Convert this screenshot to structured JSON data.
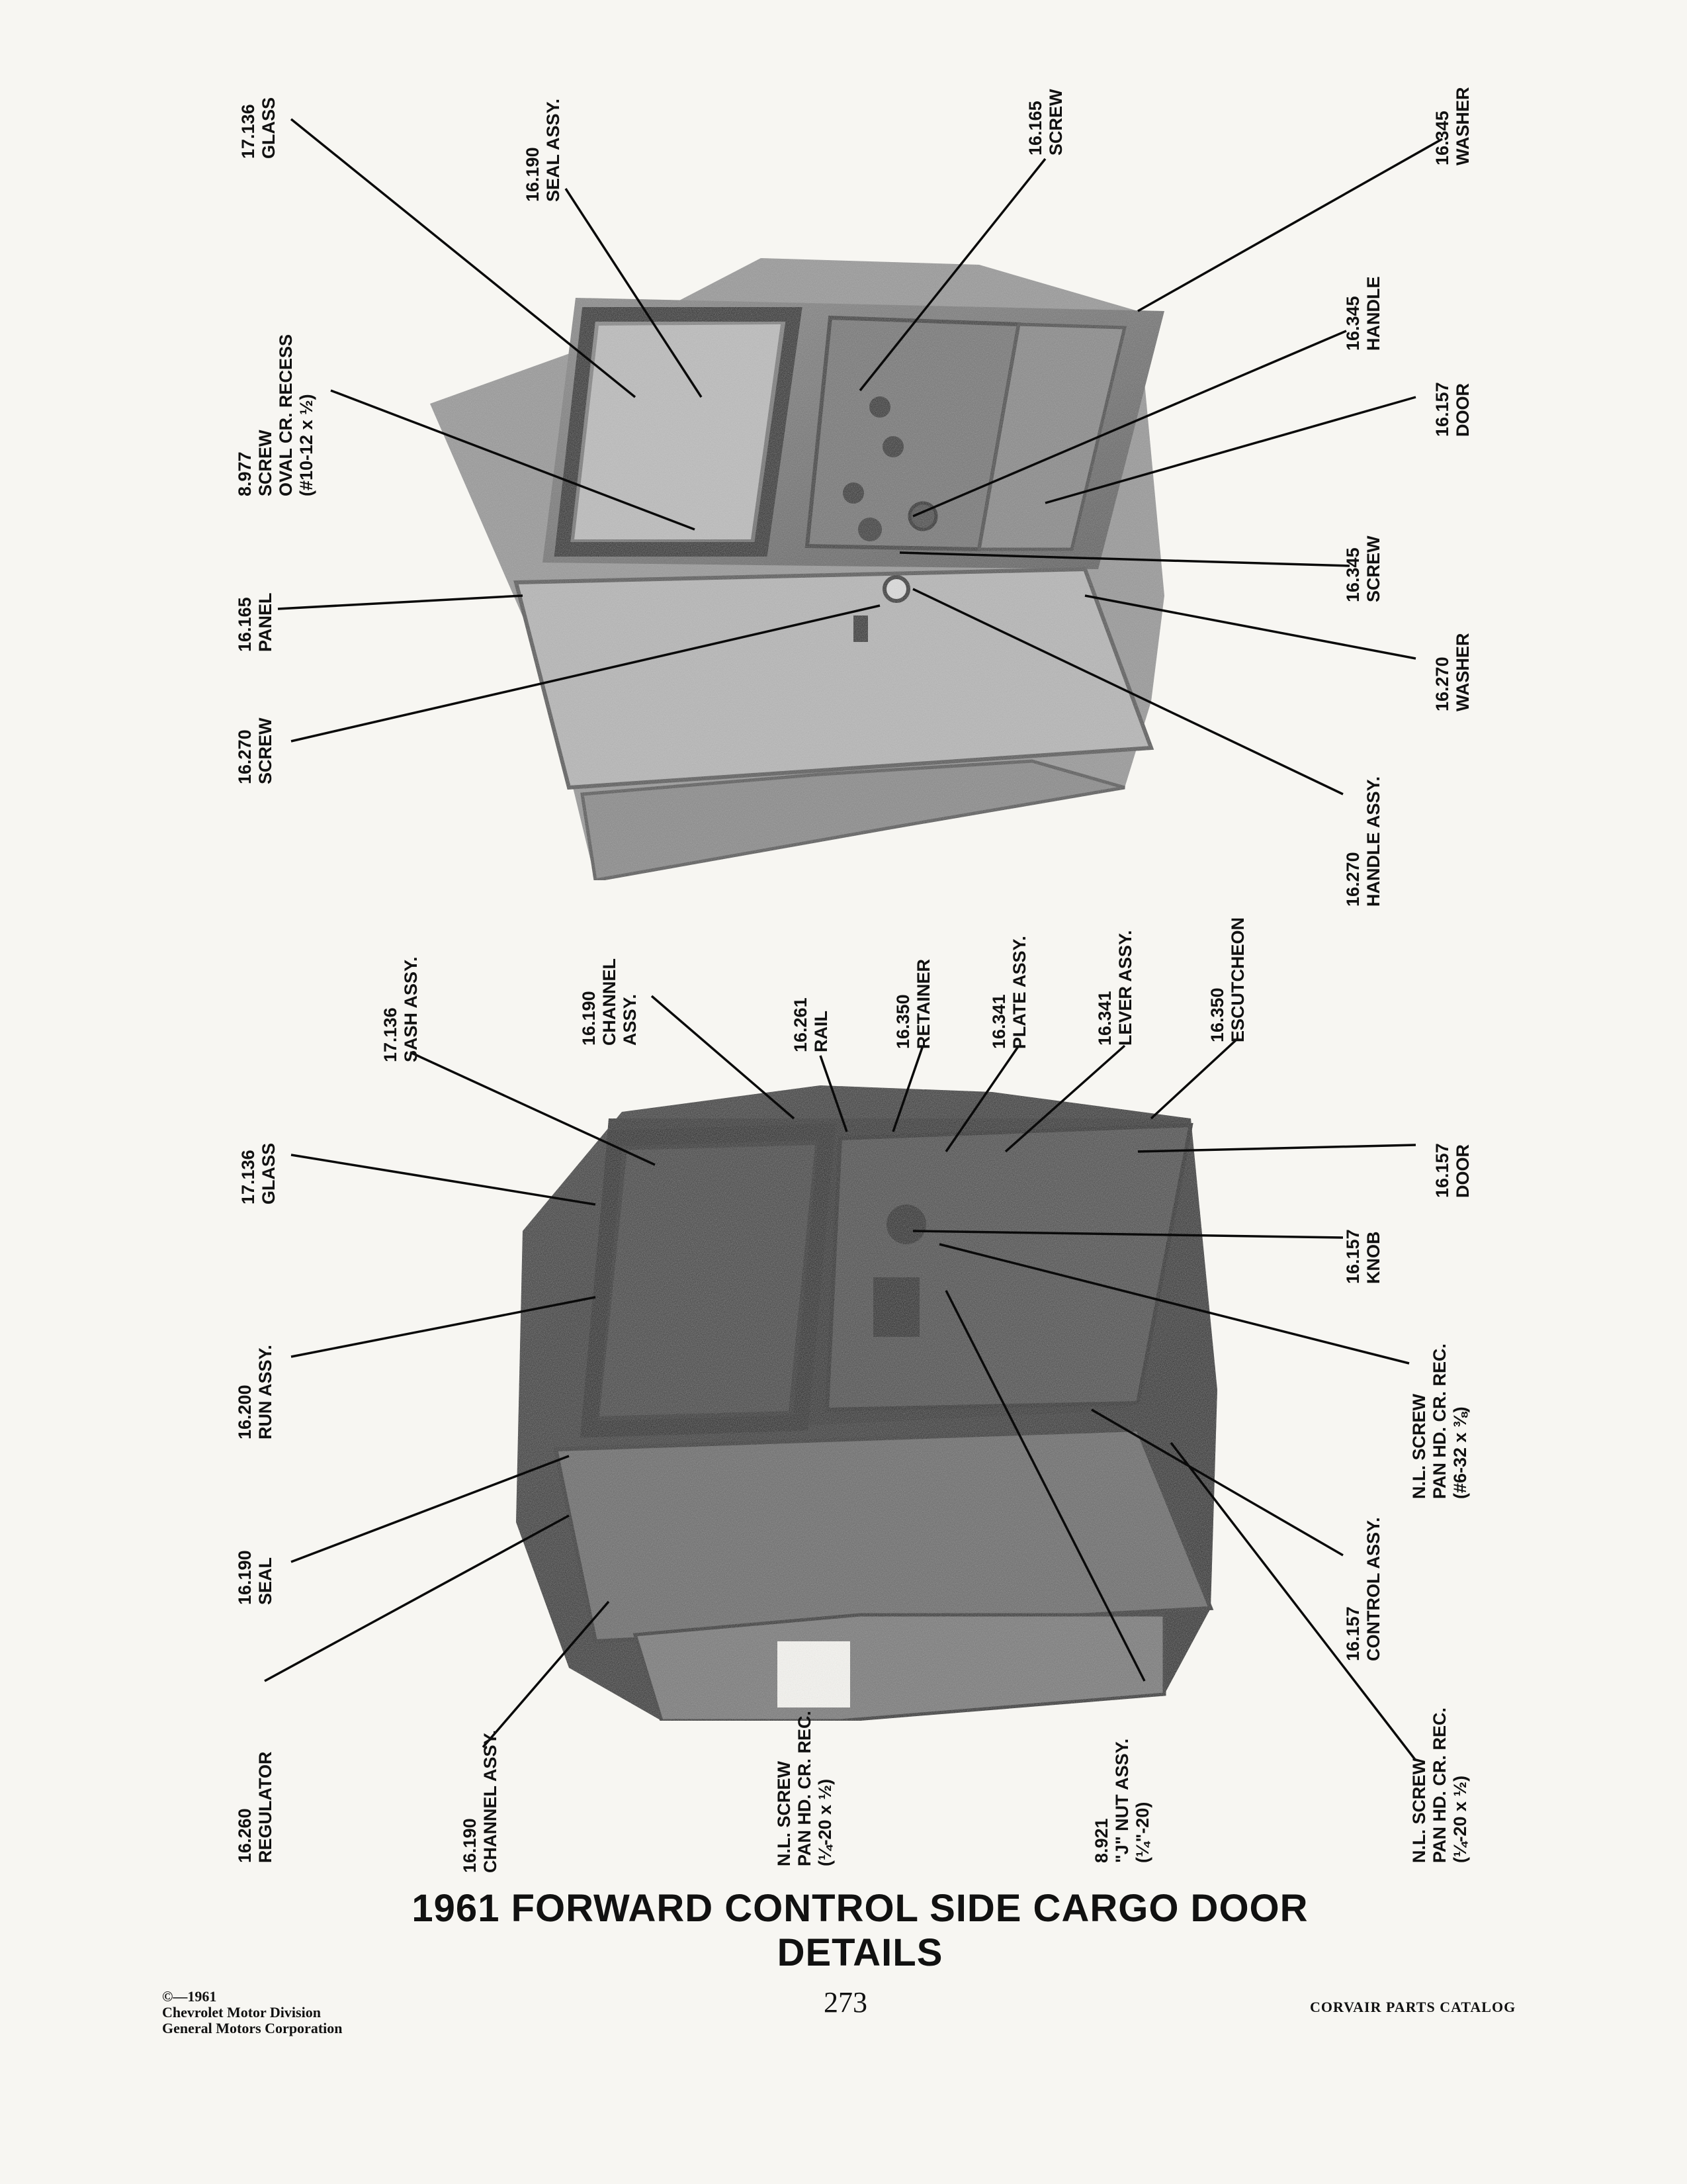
{
  "title": "1961 FORWARD CONTROL SIDE CARGO DOOR DETAILS",
  "page_number": "273",
  "footer": {
    "copyright": [
      "©—1961",
      "Chevrolet Motor Division",
      "General Motors Corporation"
    ],
    "catalog": "CORVAIR PARTS CATALOG"
  },
  "upper_figure_labels": [
    {
      "id": "glass",
      "lines": [
        "17.136",
        "GLASS"
      ]
    },
    {
      "id": "seal-assy",
      "lines": [
        "16.190",
        "SEAL ASSY."
      ]
    },
    {
      "id": "screw-16165",
      "lines": [
        "16.165",
        "SCREW"
      ]
    },
    {
      "id": "washer-16345",
      "lines": [
        "16.345",
        "WASHER"
      ]
    },
    {
      "id": "screw-oval",
      "lines": [
        "8.977",
        "SCREW",
        "OVAL CR. RECESS",
        "(#10-12 x ½)"
      ]
    },
    {
      "id": "handle-16345",
      "lines": [
        "16.345",
        "HANDLE"
      ]
    },
    {
      "id": "door-upper",
      "lines": [
        "16.157",
        "DOOR"
      ]
    },
    {
      "id": "panel",
      "lines": [
        "16.165",
        "PANEL"
      ]
    },
    {
      "id": "screw-16345",
      "lines": [
        "16.345",
        "SCREW"
      ]
    },
    {
      "id": "washer-16270",
      "lines": [
        "16.270",
        "WASHER"
      ]
    },
    {
      "id": "screw-16270",
      "lines": [
        "16.270",
        "SCREW"
      ]
    },
    {
      "id": "handle-assy",
      "lines": [
        "16.270",
        "HANDLE ASSY."
      ]
    }
  ],
  "lower_figure_labels": [
    {
      "id": "sash-assy",
      "lines": [
        "17.136",
        "SASH ASSY."
      ]
    },
    {
      "id": "channel-assy-top",
      "lines": [
        "16.190",
        "CHANNEL",
        "ASSY."
      ]
    },
    {
      "id": "rail",
      "lines": [
        "16.261",
        "RAIL"
      ]
    },
    {
      "id": "retainer",
      "lines": [
        "16.350",
        "RETAINER"
      ]
    },
    {
      "id": "plate-assy",
      "lines": [
        "16.341",
        "PLATE ASSY."
      ]
    },
    {
      "id": "lever-assy",
      "lines": [
        "16.341",
        "LEVER ASSY."
      ]
    },
    {
      "id": "escutcheon",
      "lines": [
        "16.350",
        "ESCUTCHEON"
      ]
    },
    {
      "id": "glass-lower",
      "lines": [
        "17.136",
        "GLASS"
      ]
    },
    {
      "id": "door-lower",
      "lines": [
        "16.157",
        "DOOR"
      ]
    },
    {
      "id": "knob",
      "lines": [
        "16.157",
        "KNOB"
      ]
    },
    {
      "id": "run-assy",
      "lines": [
        "16.200",
        "RUN ASSY."
      ]
    },
    {
      "id": "screw-632",
      "lines": [
        "N.L. SCREW",
        "PAN HD. CR. REC.",
        "(#6-32 x ⅜)"
      ]
    },
    {
      "id": "seal-lower",
      "lines": [
        "16.190",
        "SEAL"
      ]
    },
    {
      "id": "control-assy",
      "lines": [
        "16.157",
        "CONTROL ASSY."
      ]
    },
    {
      "id": "regulator",
      "lines": [
        "16.260",
        "REGULATOR"
      ]
    },
    {
      "id": "channel-assy-bottom",
      "lines": [
        "16.190",
        "CHANNEL ASSY."
      ]
    },
    {
      "id": "screw-1420-a",
      "lines": [
        "N.L. SCREW",
        "PAN HD. CR. REC.",
        "(¼-20 x ½)"
      ]
    },
    {
      "id": "j-nut",
      "lines": [
        "8.921",
        "\"J\" NUT ASSY.",
        "(¼\"-20)"
      ]
    },
    {
      "id": "screw-1420-b",
      "lines": [
        "N.L. SCREW",
        "PAN HD. CR. REC.",
        "(¼-20 x ½)"
      ]
    }
  ]
}
